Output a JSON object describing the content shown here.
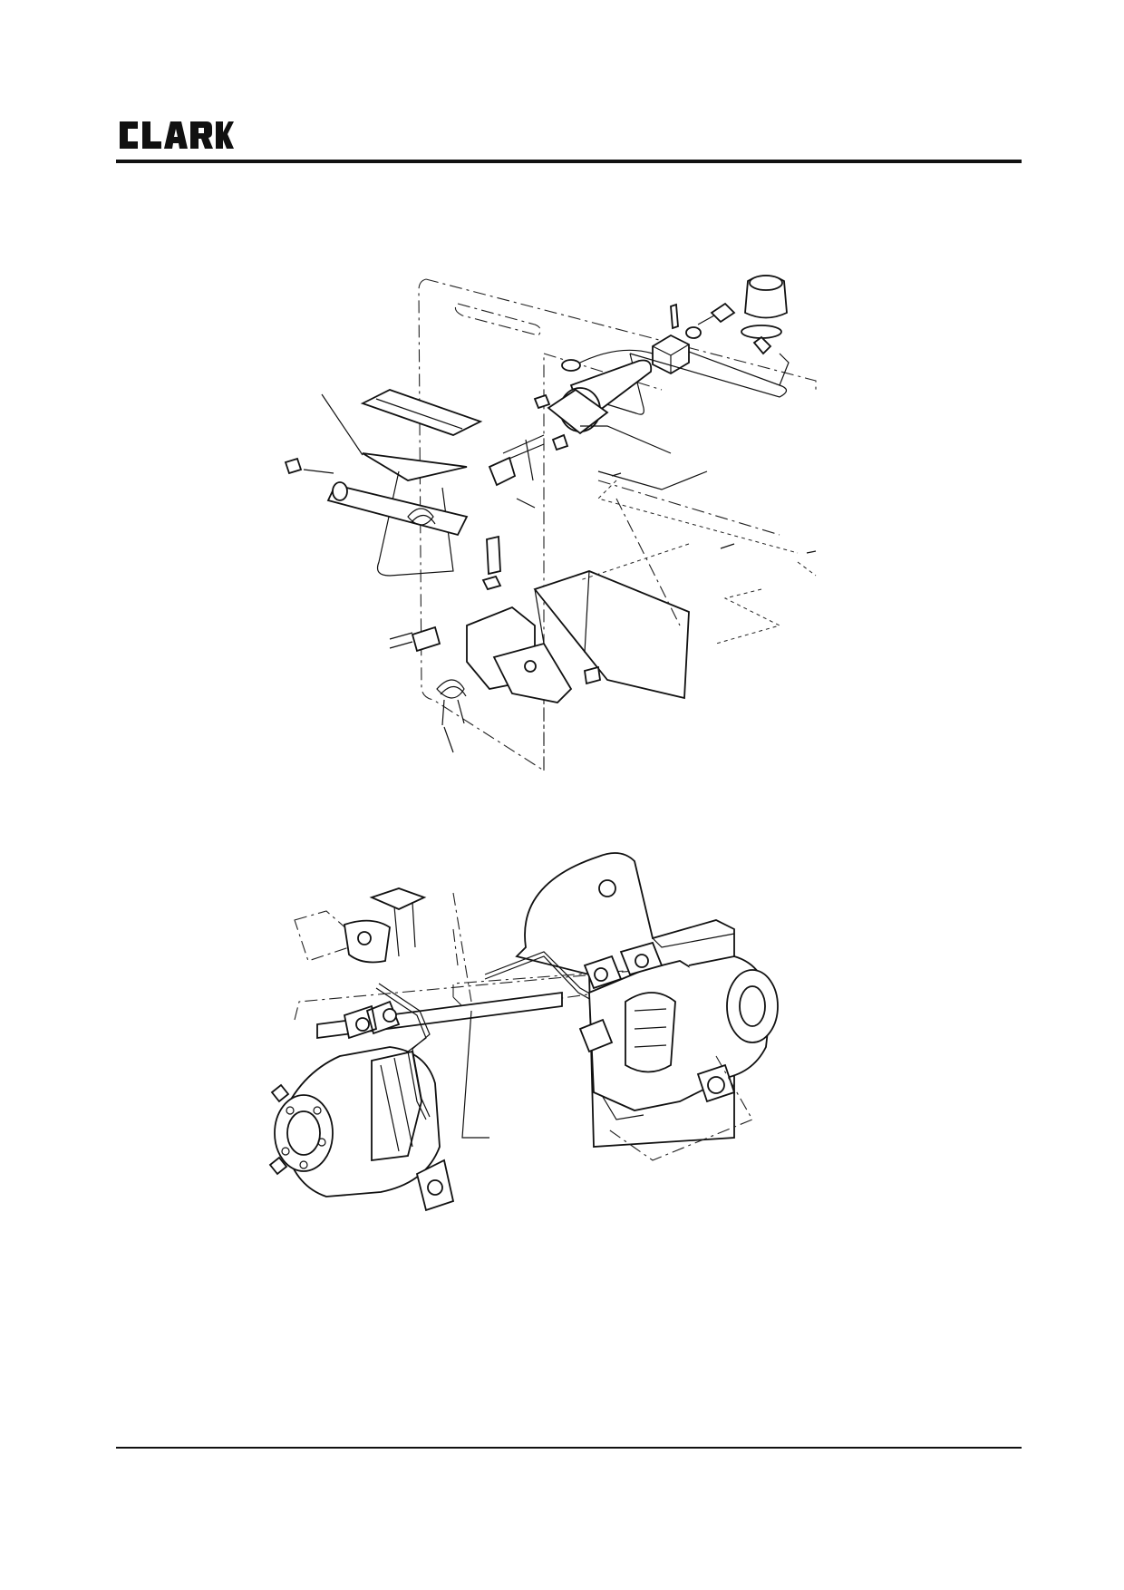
{
  "header": {
    "brand_logo": "CLARK",
    "brand_color": "#111111"
  },
  "figures": [
    {
      "icon": "pedal-master-cylinder-exploded-drawing"
    },
    {
      "icon": "axle-brake-line-assembly-drawing"
    }
  ]
}
